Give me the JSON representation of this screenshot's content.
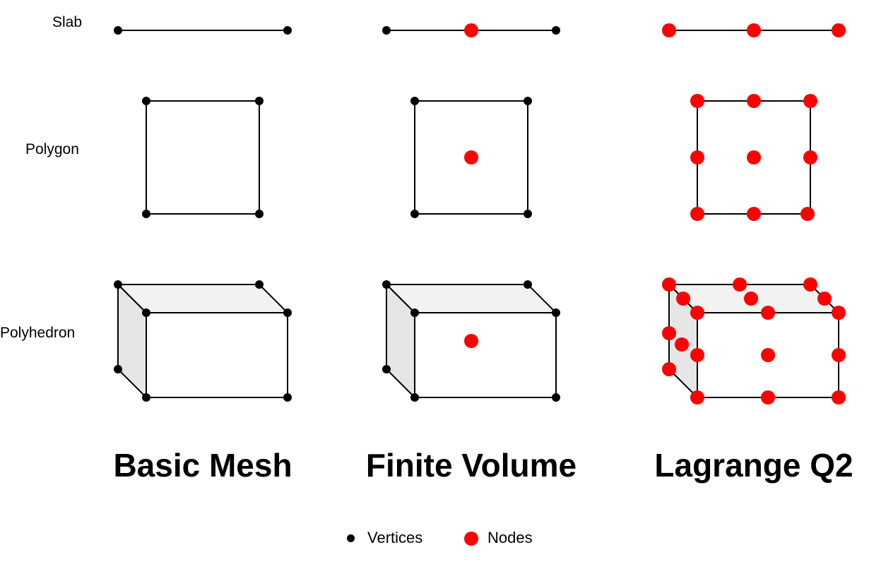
{
  "row_labels": {
    "slab": "Slab",
    "polygon": "Polygon",
    "polyhedron": "Polyhedron"
  },
  "columns": {
    "basic": "Basic Mesh",
    "finite_volume": "Finite Volume",
    "lagrange": "Lagrange Q2"
  },
  "legend": {
    "vertices": "Vertices",
    "nodes": "Nodes"
  },
  "colors": {
    "vertex": "#000000",
    "node": "#ff0000",
    "face_top": "#f2f2f2",
    "face_side": "#e6e6e6",
    "edge": "#000000"
  }
}
